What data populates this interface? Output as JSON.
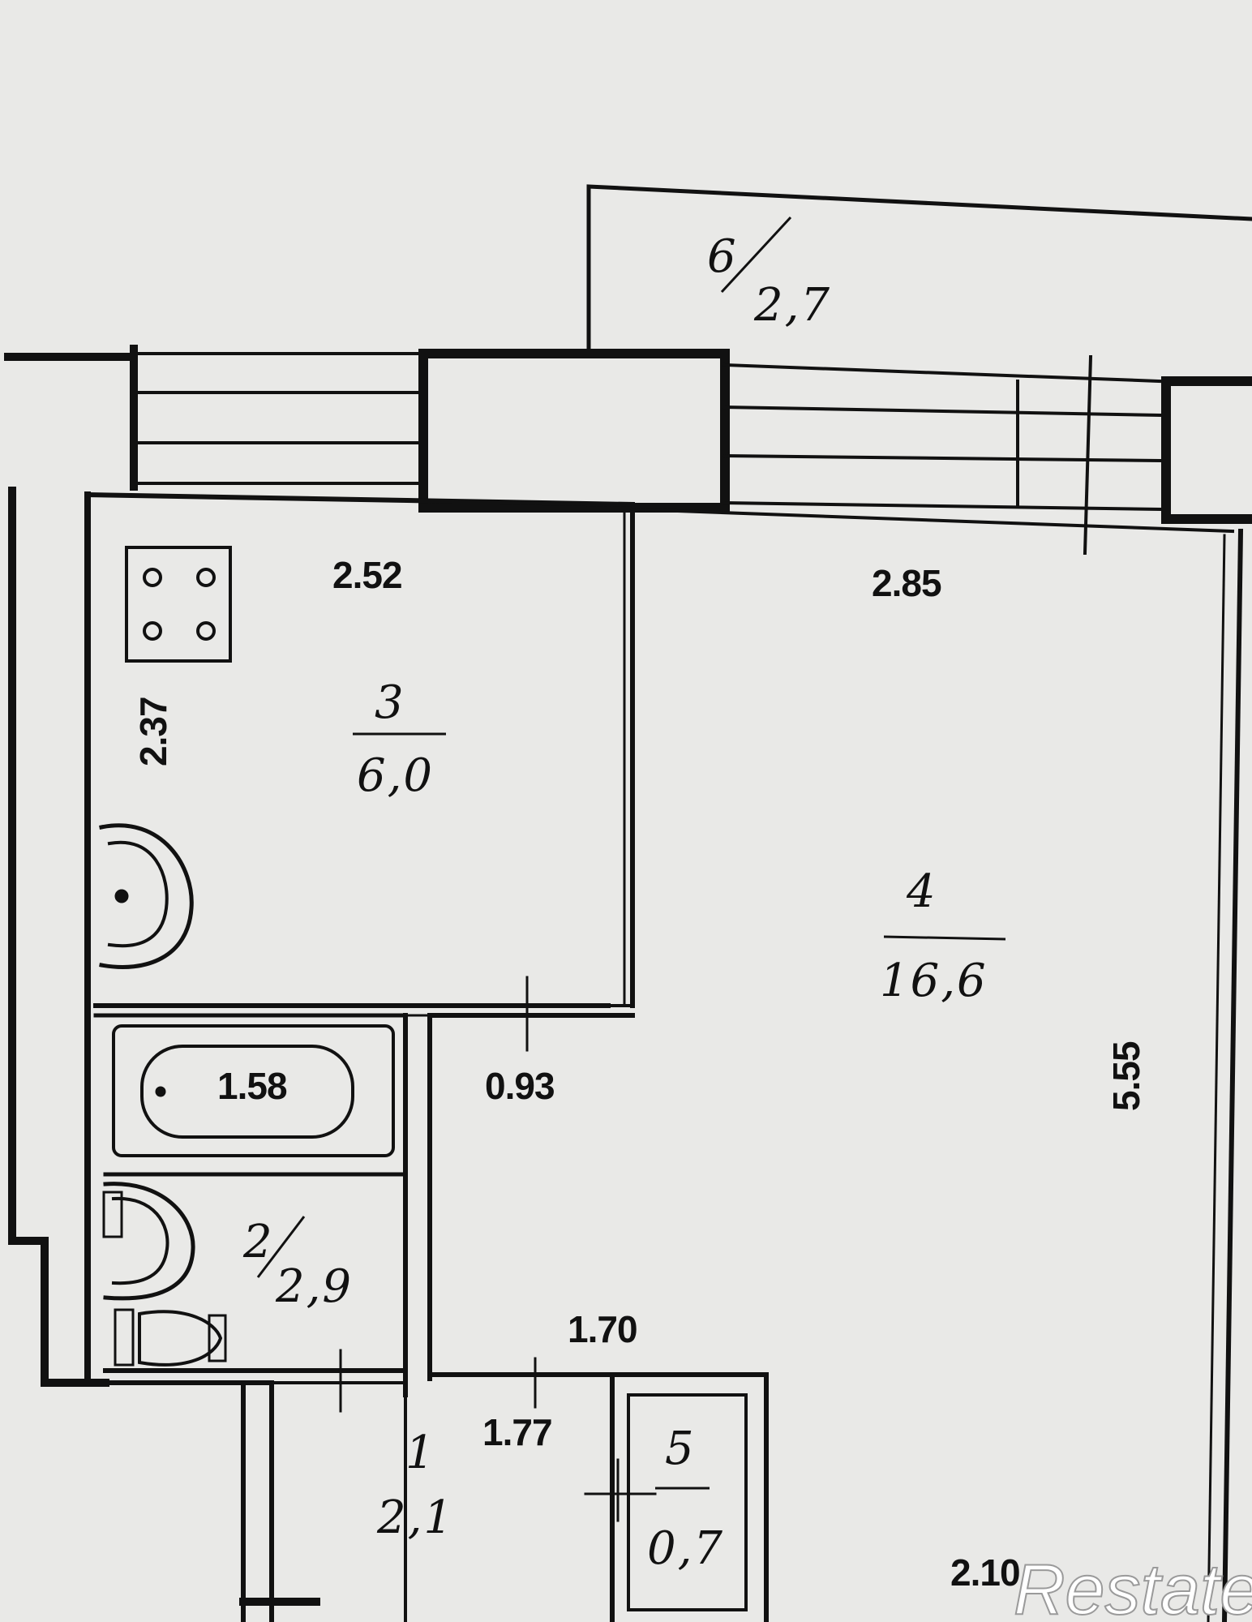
{
  "rooms": {
    "hall": {
      "num": "1",
      "area": "2,1"
    },
    "bathroom": {
      "num": "2",
      "area": "2,9"
    },
    "kitchen": {
      "num": "3",
      "area": "6,0"
    },
    "living": {
      "num": "4",
      "area": "16,6"
    },
    "closet": {
      "num": "5",
      "area": "0,7"
    },
    "balcony": {
      "num": "6",
      "area": "2,7"
    }
  },
  "dimensions": {
    "kitchen_width": "2.52",
    "kitchen_depth": "2.37",
    "living_width": "2.85",
    "living_depth": "5.55",
    "bath_length": "1.58",
    "wall_segment": "0.93",
    "hall_top": "1.70",
    "hall_inner": "1.77",
    "bottom_right": "2.10"
  },
  "watermark": "Restate",
  "colors": {
    "paper": "#e9e9e7",
    "ink": "#111111"
  }
}
